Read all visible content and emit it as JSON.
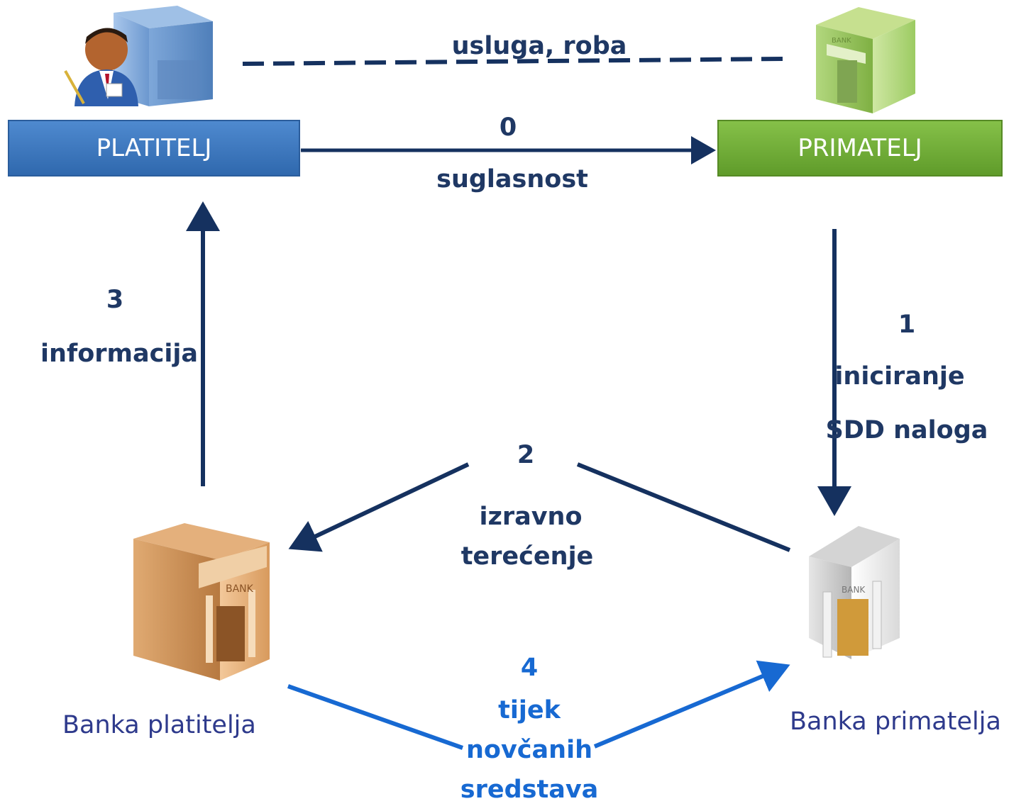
{
  "parties": {
    "payer": "PLATITELJ",
    "payee": "PRIMATELJ"
  },
  "banks": {
    "payer_bank": "Banka platitelja",
    "payee_bank": "Banka primatelja",
    "building_sign": "BANK"
  },
  "flows": {
    "goods": {
      "label": "usluga, roba"
    },
    "step0": {
      "number": "0",
      "label": "suglasnost"
    },
    "step1": {
      "number": "1",
      "line1": "iniciranje",
      "line2": "SDD naloga"
    },
    "step2": {
      "number": "2",
      "line1": "izravno",
      "line2": "terećenje"
    },
    "step3": {
      "number": "3",
      "label": "informacija"
    },
    "step4": {
      "number": "4",
      "line1": "tijek",
      "line2": "novčanih",
      "line3": "sredstava"
    }
  },
  "colors": {
    "payer_box": "#3f7cc4",
    "payee_box": "#77b238",
    "arrow_dark": "#15315f",
    "arrow_blue": "#1769d2",
    "text_dark": "#1f3864",
    "caption": "#2e3a8c"
  },
  "icons": {
    "payer": "businessman-with-bank-icon",
    "payee": "green-bank-building-icon",
    "payer_bank": "orange-bank-building-icon",
    "payee_bank": "white-bank-building-icon"
  }
}
